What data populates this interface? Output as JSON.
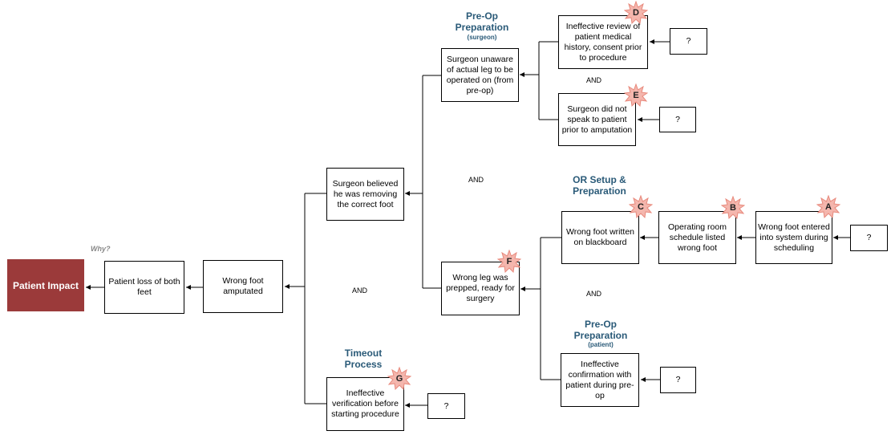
{
  "impact": "Patient Impact",
  "why": "Why?",
  "nodes": {
    "loss": "Patient loss of both feet",
    "amputated": "Wrong foot amputated",
    "believed": "Surgeon believed he was removing the correct foot",
    "unaware": "Surgeon unaware of actual leg to be operated on (from pre-op)",
    "review": "Ineffective review of patient medical history, consent prior to procedure",
    "speak": "Surgeon did not speak to patient prior to amputation",
    "prepped": "Wrong leg was prepped, ready for surgery",
    "blackboard": "Wrong foot written on blackboard",
    "schedule": "Operating room schedule listed wrong foot",
    "entered": "Wrong foot entered into system during scheduling",
    "confirm": "Ineffective confirmation with patient during pre-op",
    "verify": "Ineffective verification before starting procedure"
  },
  "question": "?",
  "and": "AND",
  "headings": {
    "preop_surgeon": "Pre-Op Preparation",
    "preop_surgeon_sub": "(surgeon)",
    "or_setup": "OR Setup & Preparation",
    "preop_patient": "Pre-Op Preparation",
    "preop_patient_sub": "(patient)",
    "timeout": "Timeout Process"
  },
  "markers": {
    "a": "A",
    "b": "B",
    "c": "C",
    "d": "D",
    "e": "E",
    "f": "F",
    "g": "G"
  },
  "colors": {
    "impact_bg": "#9b3a3a",
    "heading": "#2a5a78",
    "star_fill": "#f4b6ad",
    "star_stroke": "#e8897c"
  }
}
